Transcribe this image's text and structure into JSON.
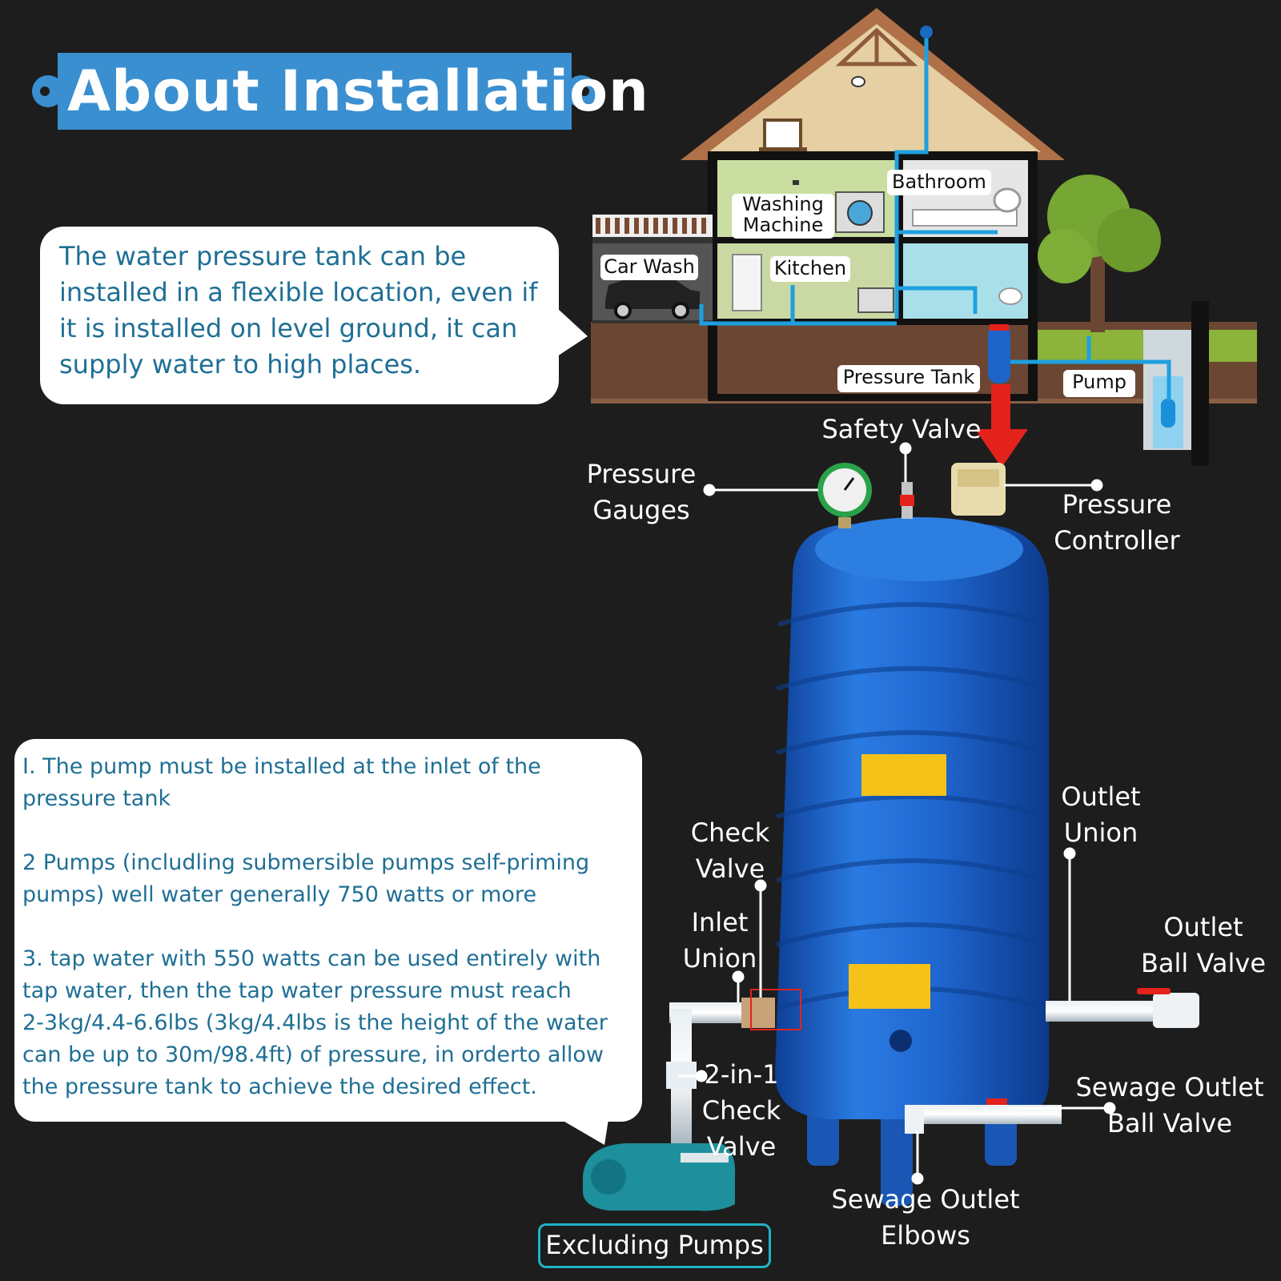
{
  "title": "About Installation",
  "intro_bubble": {
    "lines": [
      "The water pressure tank can be",
      "installed in a flexible location, even if",
      "it is installed on level ground, it can",
      "supply water to high places."
    ]
  },
  "notes_bubble": {
    "lines": [
      "I. The pump must be installed at the inlet of the",
      "pressure tank",
      "",
      "2 Pumps (includling submersible pumps self-priming",
      "pumps) well water generally 750 watts or more",
      "",
      "3. tap water with 550 watts can be used entirely with",
      "tap water, then the tap water pressure must reach",
      "2-3kg/4.4-6.6lbs (3kg/4.4lbs is the height of the water",
      "can be up to 30m/98.4ft) of pressure, in orderto allow",
      "the pressure tank to achieve the desired effect."
    ]
  },
  "house_labels": {
    "bathroom": "Bathroom",
    "washing_machine_1": "Washing",
    "washing_machine_2": "Machine",
    "car_wash": "Car Wash",
    "kitchen": "Kitchen",
    "pressure_tank": "Pressure Tank",
    "pump": "Pump"
  },
  "components": {
    "safety_valve": "Safety Valve",
    "pressure_gauges_1": "Pressure",
    "pressure_gauges_2": "Gauges",
    "pressure_controller_1": "Pressure",
    "pressure_controller_2": "Controller",
    "outlet_union_1": "Outlet",
    "outlet_union_2": "Union",
    "check_valve_1": "Check",
    "check_valve_2": "Valve",
    "inlet_union_1": "Inlet",
    "inlet_union_2": "Union",
    "outlet_ball_valve_1": "Outlet",
    "outlet_ball_valve_2": "Ball Valve",
    "two_in_one_1": "2-in-1",
    "two_in_one_2": "Check",
    "two_in_one_3": "Valve",
    "sewage_ball_valve_1": "Sewage Outlet",
    "sewage_ball_valve_2": "Ball Valve",
    "sewage_elbows_1": "Sewage Outlet",
    "sewage_elbows_2": "Elbows",
    "excluding_pumps": "Excluding Pumps"
  },
  "colors": {
    "background": "#1d1d1d",
    "banner": "#3a8fd0",
    "bubble_text": "#1f6f95",
    "tank_blue": "#1e63c7",
    "pipe_blue": "#1ea0e0",
    "arrow_red": "#e3221b",
    "excluding_border": "#1fb3c4"
  }
}
